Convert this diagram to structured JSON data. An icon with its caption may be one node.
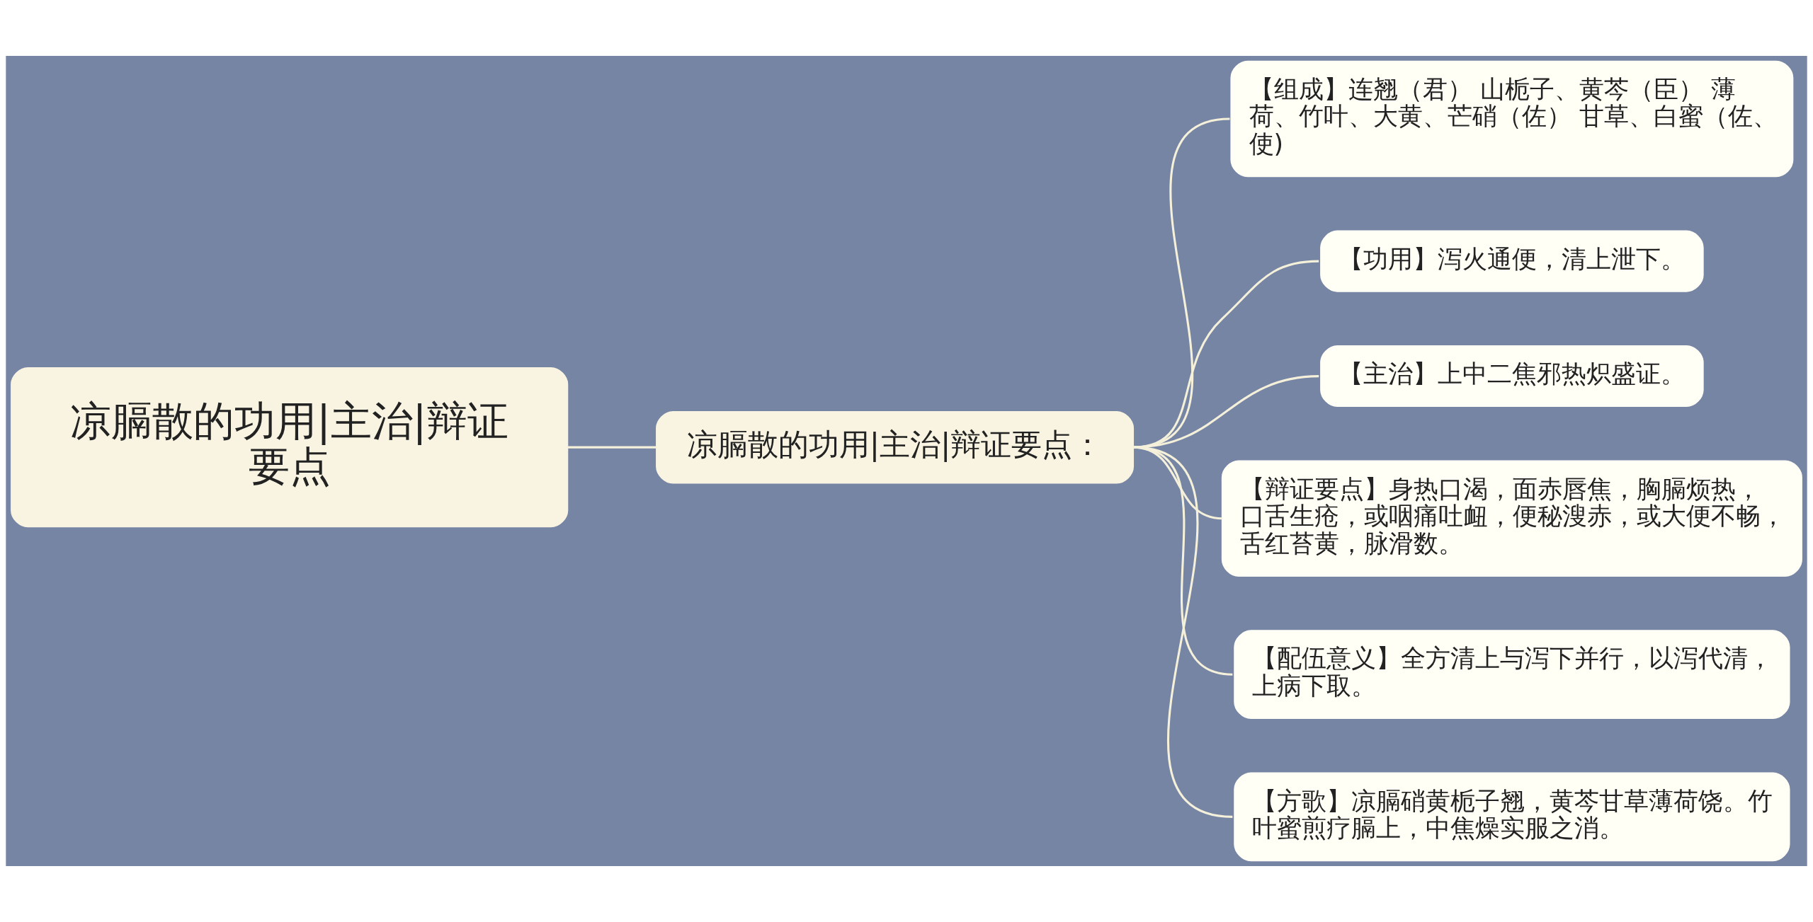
{
  "diagram": {
    "nodes": [
      {
        "text": [
          "凉膈散的功用|主治|辩证要点"
        ]
      },
      {
        "text": [
          "凉膈散的功用|主治|辩证要点："
        ]
      },
      {
        "text": [
          "【组成】连翘（君） 山栀子、黄芩（臣） 薄荷、竹叶、大黄、芒硝（佐） 甘草、白蜜（佐、使)"
        ]
      },
      {
        "text": [
          "【功用】泻火通便，清上泄下。"
        ]
      },
      {
        "text": [
          "【主治】上中二焦邪热炽盛证。"
        ]
      },
      {
        "text": [
          "【辩证要点】身热口渴，面赤唇焦，胸膈烦热，口舌生疮，或咽痛吐衄，便秘溲赤，或大便不畅，舌红苔黄，脉滑数。"
        ]
      },
      {
        "text": [
          "【配伍意义】全方清上与泻下并行，以泻代清，上病下取。"
        ]
      },
      {
        "text": [
          "【方歌】凉膈硝黄栀子翘，黄芩甘草薄荷饶。竹叶蜜煎疗膈上，中焦燥实服之消。"
        ]
      }
    ],
    "edges": [
      {
        "from": 0,
        "to": 1,
        "arrow": "none"
      },
      {
        "from": 1,
        "to": 2,
        "arrow": "none"
      },
      {
        "from": 1,
        "to": 3,
        "arrow": "none"
      },
      {
        "from": 1,
        "to": 4,
        "arrow": "none"
      },
      {
        "from": 1,
        "to": 5,
        "arrow": "none"
      },
      {
        "from": 1,
        "to": 6,
        "arrow": "none"
      },
      {
        "from": 1,
        "to": 7,
        "arrow": "none"
      }
    ]
  }
}
